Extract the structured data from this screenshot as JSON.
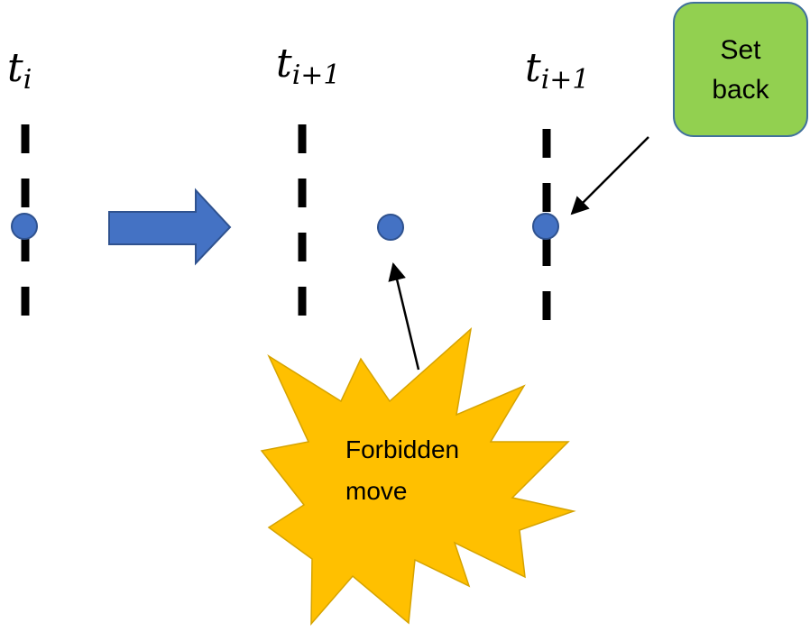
{
  "time_labels": [
    {
      "base": "t",
      "sub": "i"
    },
    {
      "base": "t",
      "sub": "i+1"
    },
    {
      "base": "t",
      "sub": "i+1"
    }
  ],
  "set_back_box": {
    "line1": "Set",
    "line2": "back",
    "fill": "#92D050",
    "stroke": "#41719C"
  },
  "forbidden_move": {
    "line1": "Forbidden",
    "line2": "move",
    "fill": "#FFC000",
    "stroke": "#D6A300"
  },
  "colors": {
    "point_fill": "#4472C4",
    "point_stroke": "#2F528F",
    "transition_arrow": "#4472C4",
    "dashed_line": "#000000"
  }
}
